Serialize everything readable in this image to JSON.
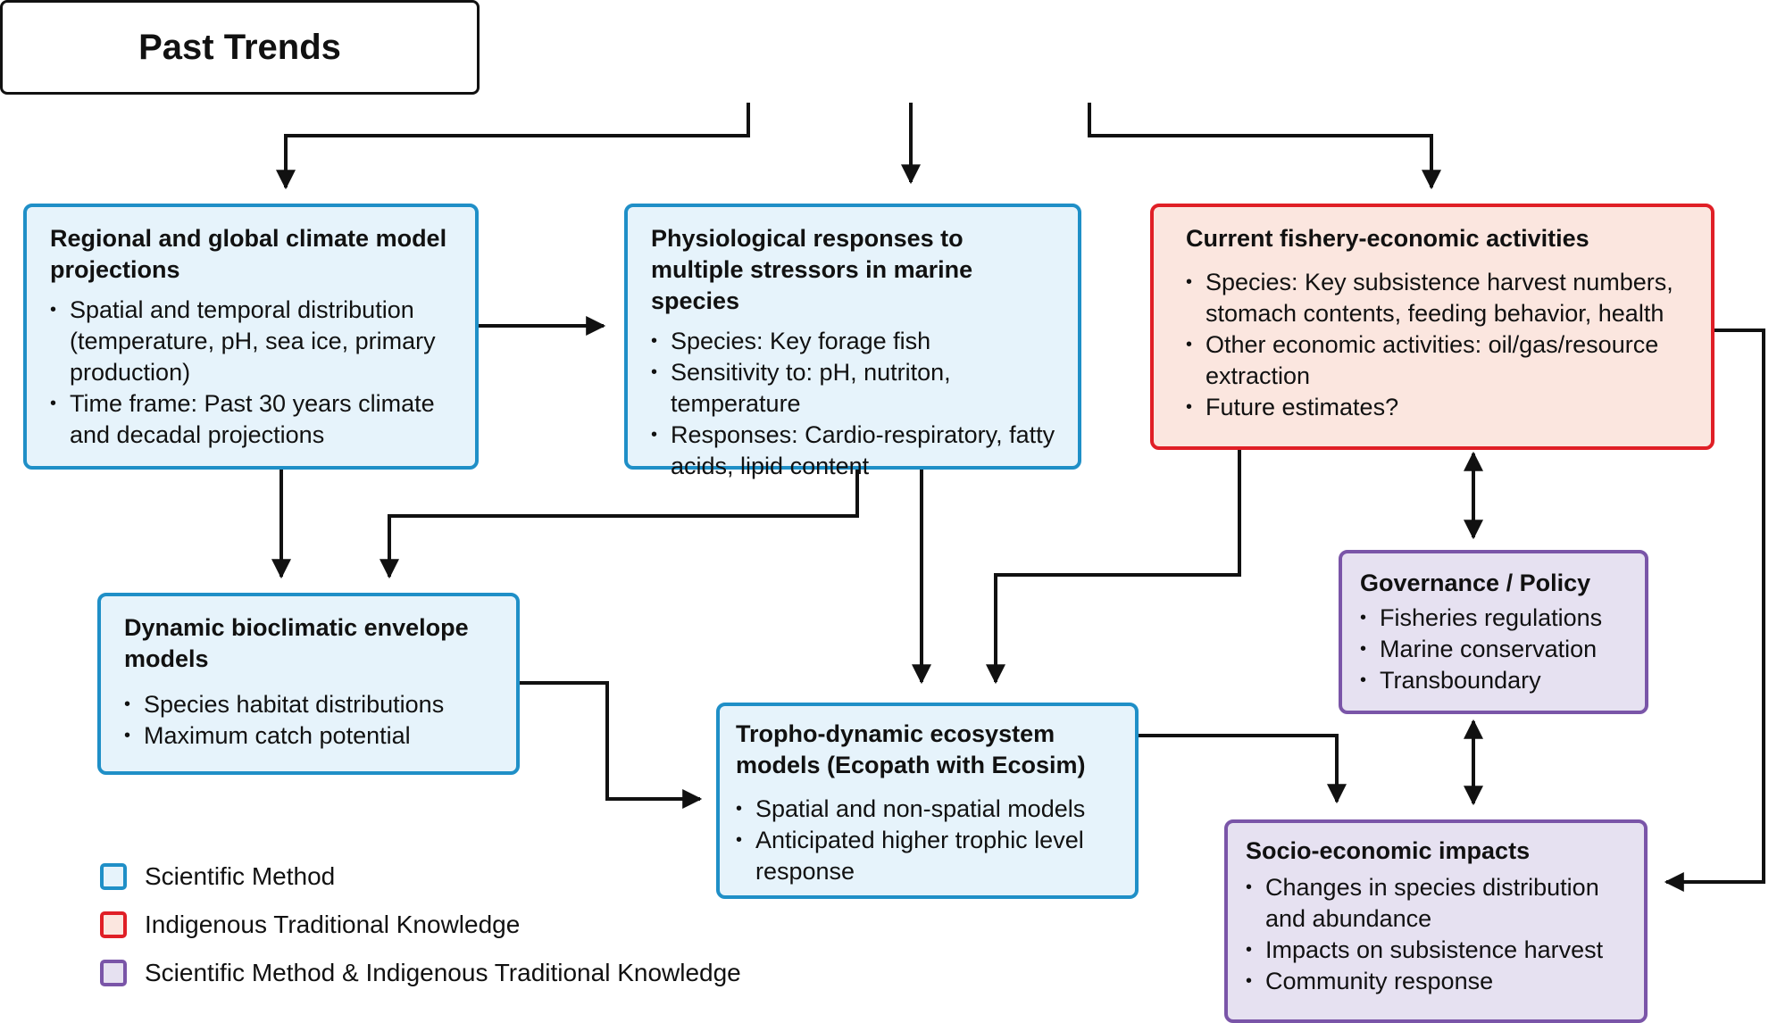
{
  "top": {
    "title": "Past Trends"
  },
  "boxes": {
    "climate": {
      "title": "Regional and global climate model projections",
      "items": [
        "Spatial and temporal distribution (temperature, pH, sea ice, primary production)",
        "Time frame: Past 30 years climate and decadal projections"
      ]
    },
    "physio": {
      "title": "Physiological responses to multiple stressors in marine species",
      "items": [
        "Species: Key forage fish",
        "Sensitivity to: pH, nutriton, temperature",
        "Responses: Cardio-respiratory, fatty acids, lipid content"
      ]
    },
    "fishery": {
      "title": "Current fishery-economic activities",
      "items": [
        "Species: Key subsistence harvest numbers, stomach contents, feeding behavior, health",
        "Other economic activities: oil/gas/resource extraction",
        "Future estimates?"
      ]
    },
    "bioclim": {
      "title": "Dynamic bioclimatic envelope models",
      "items": [
        "Species habitat distributions",
        "Maximum catch potential"
      ]
    },
    "governance": {
      "title": "Governance / Policy",
      "items": [
        "Fisheries regulations",
        "Marine conservation",
        "Transboundary"
      ]
    },
    "tropho": {
      "title": "Tropho-dynamic ecosystem models (Ecopath with Ecosim)",
      "items": [
        "Spatial and non-spatial models",
        "Anticipated higher trophic level response"
      ]
    },
    "socio": {
      "title": "Socio-economic impacts",
      "items": [
        "Changes in species distribution and abundance",
        "Impacts on subsistence harvest",
        "Community response"
      ]
    }
  },
  "legend": [
    {
      "label": "Scientific Method",
      "border": "#1f8fc7",
      "fill": "#e6f3fb"
    },
    {
      "label": "Indigenous Traditional Knowledge",
      "border": "#e01f26",
      "fill": "#fbe6df"
    },
    {
      "label": "Scientific Method & Indigenous Traditional Knowledge",
      "border": "#7a55a8",
      "fill": "#e6e1f1"
    }
  ],
  "colors": {
    "scientific": "#1f8fc7",
    "indigenous": "#e01f26",
    "combined": "#7a55a8",
    "arrow": "#111111"
  }
}
